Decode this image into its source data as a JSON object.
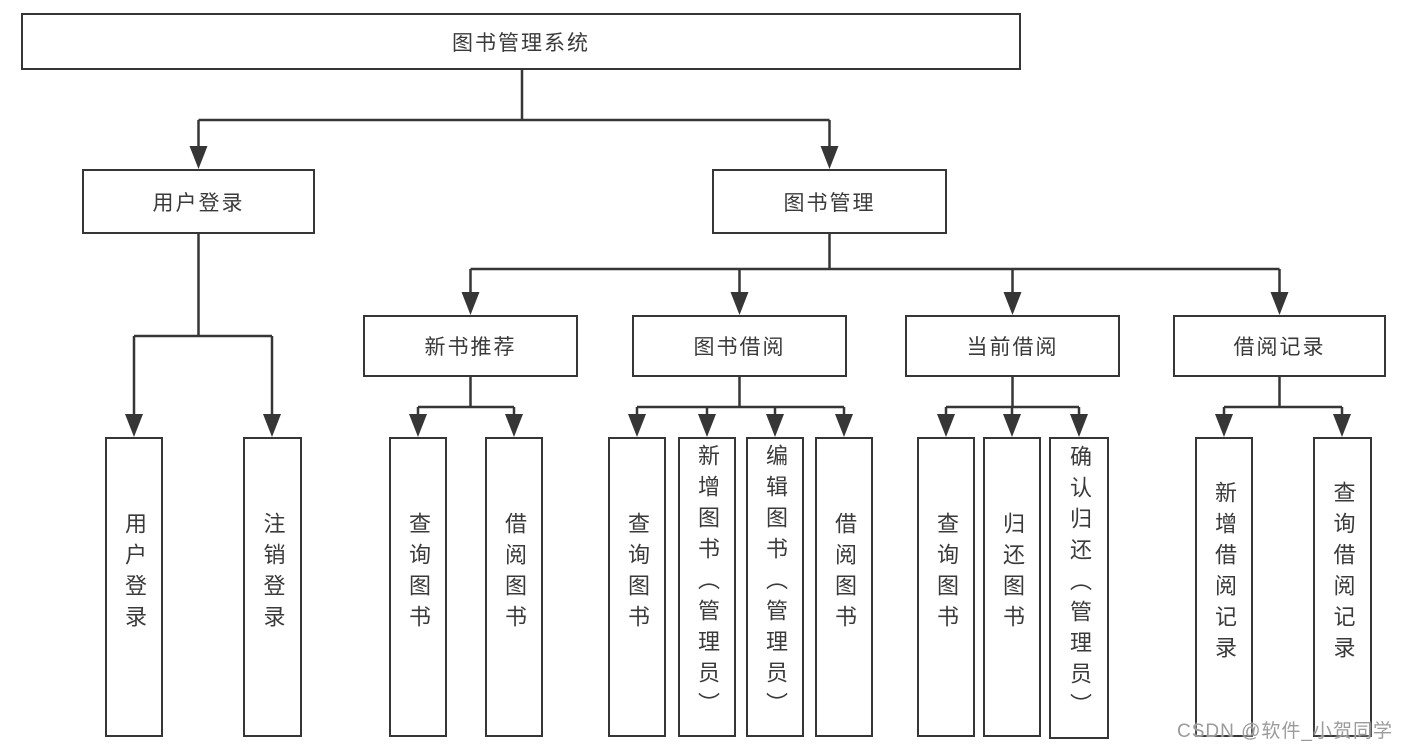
{
  "nodes": {
    "root": "图书管理系统",
    "user_login": "用户登录",
    "book_management": "图书管理",
    "user_login_children": [
      "用户登录",
      "注销登录"
    ],
    "book_management_children": [
      "新书推荐",
      "图书借阅",
      "当前借阅",
      "借阅记录"
    ],
    "new_book_children": [
      "查询图书",
      "借阅图书"
    ],
    "book_borrow_children": [
      "查询图书",
      "新增图书（管理员）",
      "编辑图书（管理员）",
      "借阅图书"
    ],
    "current_borrow_children": [
      "查询图书",
      "归还图书",
      "确认归还（管理员）"
    ],
    "borrow_record_children": [
      "新增借阅记录",
      "查询借阅记录"
    ]
  },
  "watermark": "CSDN @软件_小贺同学",
  "colors": {
    "line": "#363636",
    "text": "#3a3a3a",
    "background": "#ffffff",
    "watermark": "#9b9b9b"
  }
}
